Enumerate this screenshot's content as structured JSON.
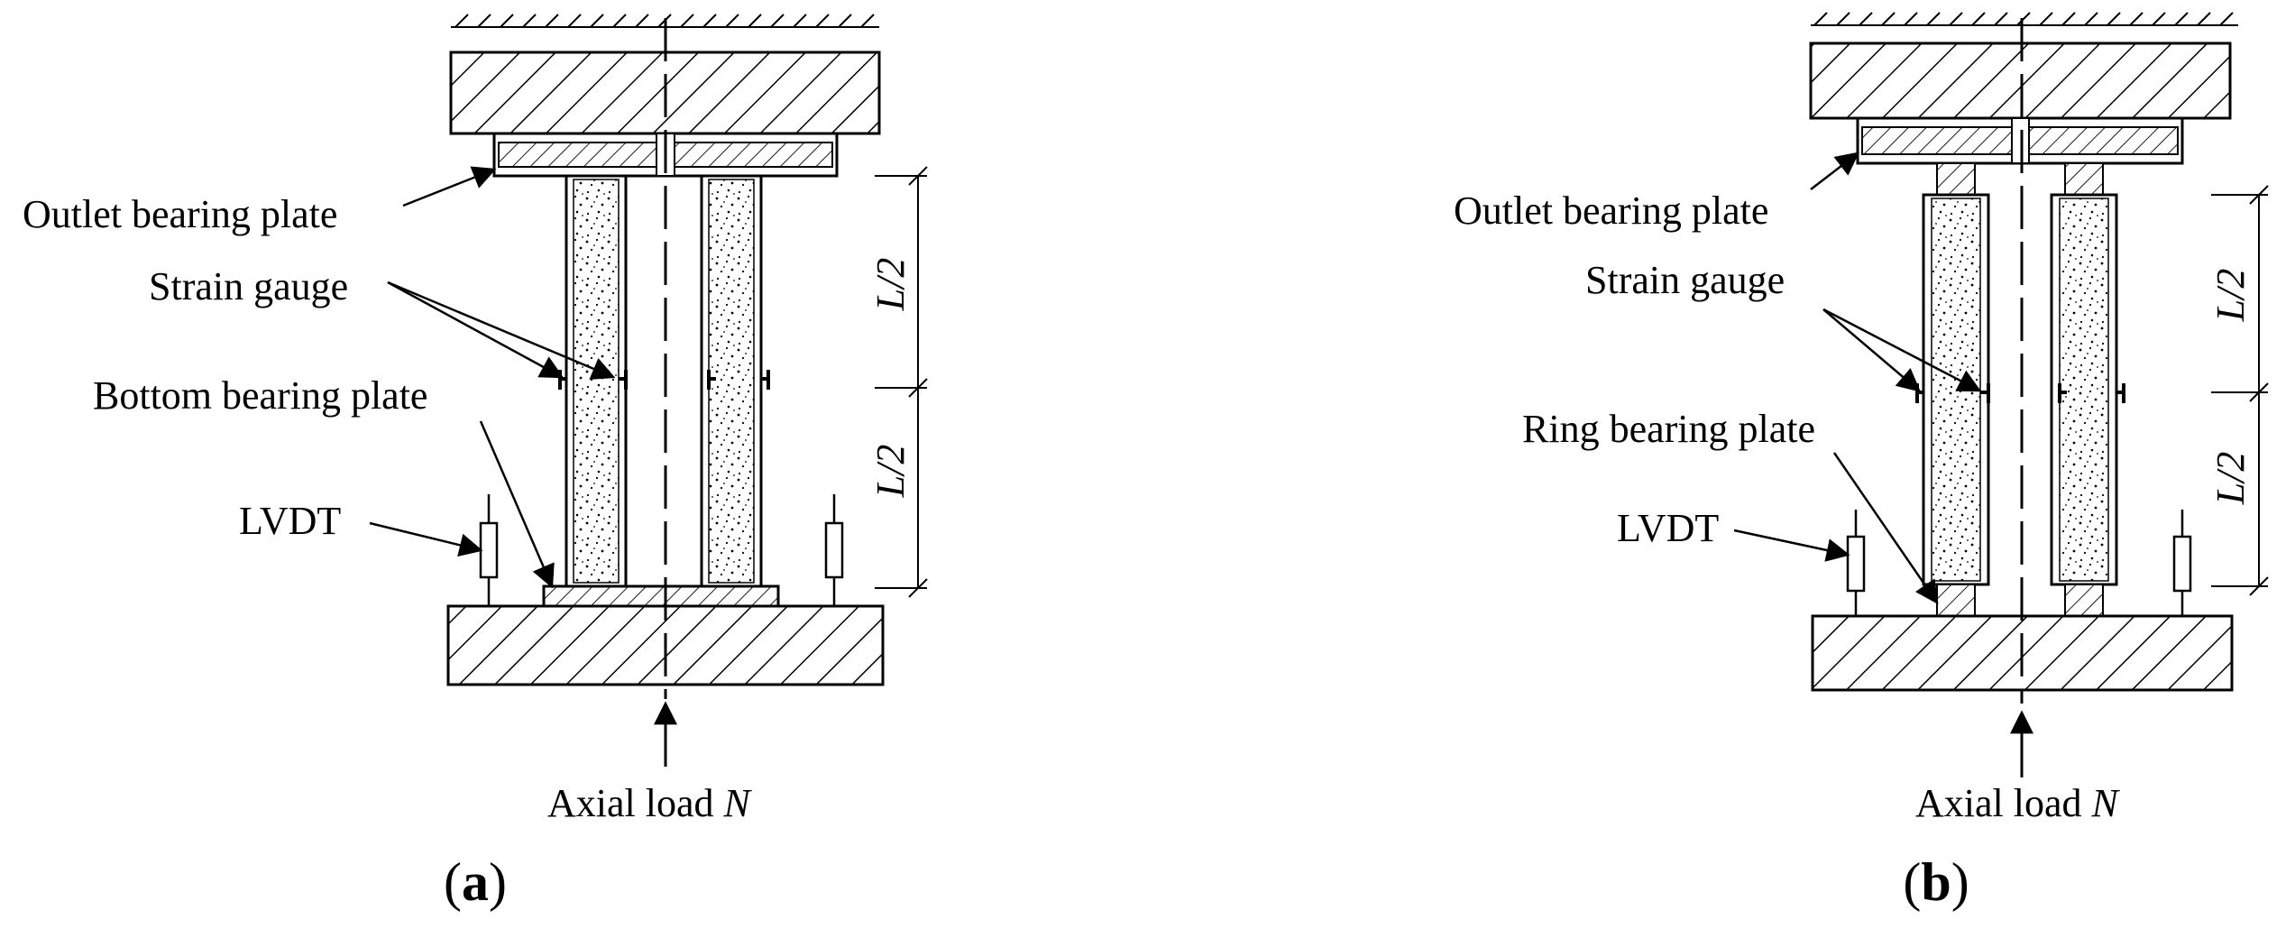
{
  "colors": {
    "ink": "#000000",
    "background": "#ffffff"
  },
  "panel_a": {
    "caption_open": "(",
    "caption_letter": "a",
    "caption_close": ")",
    "outlet_label": "Outlet bearing plate",
    "strain_label": "Strain gauge",
    "bottom_label": "Bottom bearing plate",
    "lvdt_label": "LVDT",
    "load_label": "Axial load ",
    "load_symbol": "N",
    "half_upper": "L/2",
    "half_lower": "L/2"
  },
  "panel_b": {
    "caption_open": "(",
    "caption_letter": "b",
    "caption_close": ")",
    "outlet_label": "Outlet bearing plate",
    "strain_label": "Strain gauge",
    "ring_label": "Ring bearing plate",
    "lvdt_label": "LVDT",
    "load_label": "Axial load ",
    "load_symbol": "N",
    "half_upper": "L/2",
    "half_lower": "L/2"
  }
}
